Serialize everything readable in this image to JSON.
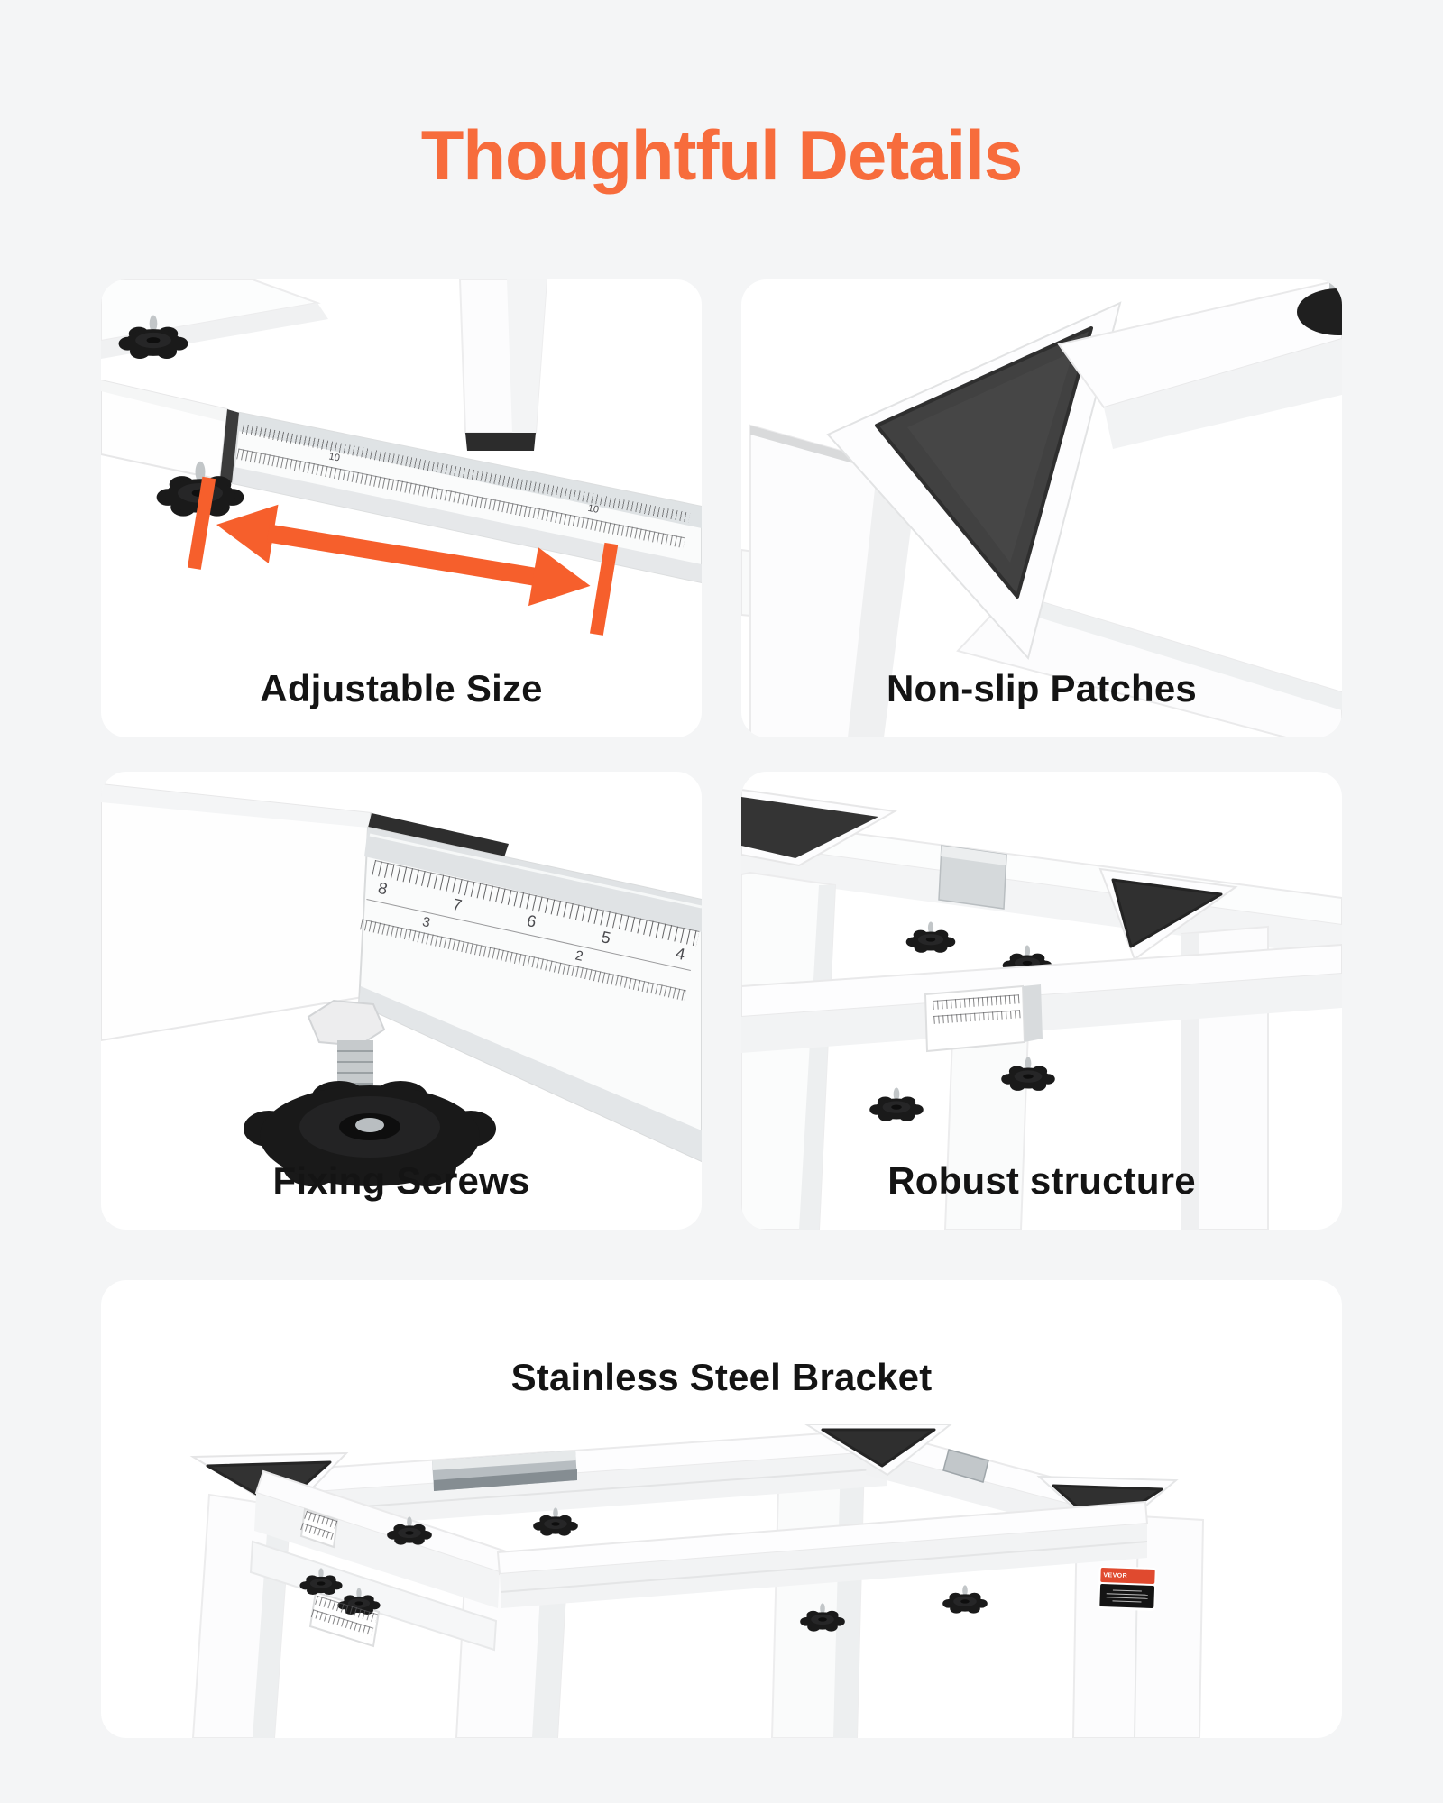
{
  "page": {
    "title": "Thoughtful Details",
    "background_color": "#f4f5f6",
    "accent_color": "#f76c3c"
  },
  "features": [
    {
      "caption": "Adjustable Size"
    },
    {
      "caption": "Non-slip Patches"
    },
    {
      "caption": "Fixing Screws"
    },
    {
      "caption": "Robust structure"
    }
  ],
  "bottom_feature": {
    "caption": "Stainless Steel Bracket",
    "brand_label": {
      "brand": "VEVOR"
    }
  },
  "rulers": {
    "card1_numbers": [
      "10",
      "10"
    ],
    "card3_top_numbers": [
      "8",
      "7",
      "6",
      "5",
      "4"
    ],
    "card3_bottom_numbers": [
      "3",
      "2"
    ]
  },
  "colors": {
    "card_background": "#ffffff",
    "caption_text": "#141414",
    "arrow_orange": "#f65f2c",
    "pad_dark": "#3a3a3a",
    "knob_black": "#1a1a1a",
    "steel_silver": "#b7bdc1",
    "label_red": "#e04a2f"
  }
}
